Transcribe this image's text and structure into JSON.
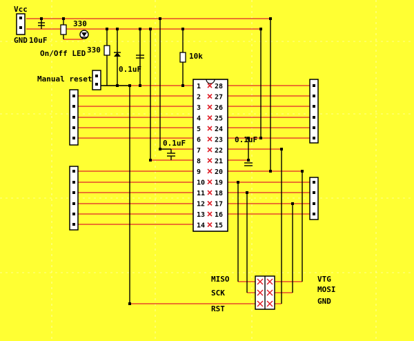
{
  "labels": {
    "vcc": "Vcc",
    "gnd": "GND",
    "cap_10uf": "10uF",
    "res_330_led": "330",
    "on_off_led": "On/Off LED",
    "res_330_reset": "330",
    "cap_01uf_reset": "0.1uF",
    "res_10k": "10k",
    "manual_reset": "Manual reset",
    "cap_01uf_left": "0.1uF",
    "cap_01uf_right": "0.1uF",
    "miso": "MISO",
    "sck": "SCK",
    "rst": "RST",
    "vtg": "VTG",
    "mosi": "MOSI",
    "gnd_isp": "GND"
  },
  "chip": {
    "left_pins": [
      "1",
      "2",
      "3",
      "4",
      "5",
      "6",
      "7",
      "8",
      "9",
      "10",
      "11",
      "12",
      "13",
      "14"
    ],
    "right_pins": [
      "28",
      "27",
      "26",
      "25",
      "24",
      "23",
      "22",
      "21",
      "20",
      "19",
      "18",
      "17",
      "16",
      "15"
    ]
  },
  "colors": {
    "background": "#ffff33",
    "trace": "#e0202a",
    "wire": "#000000",
    "grid": "#ffffff"
  }
}
